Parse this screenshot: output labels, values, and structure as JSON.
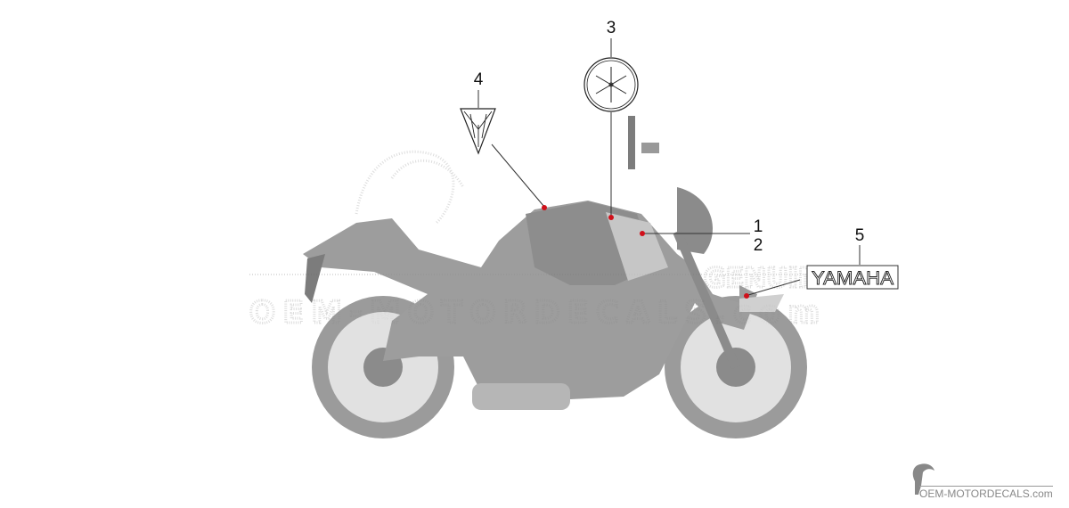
{
  "diagram": {
    "callouts": [
      {
        "number": "1"
      },
      {
        "number": "2"
      },
      {
        "number": "3"
      },
      {
        "number": "4"
      },
      {
        "number": "5"
      }
    ],
    "decal_5_text": "YAMAHA",
    "watermark_top": "GENUINE",
    "watermark_bottom": "OEM-MOTORDECALS.com",
    "marker_color": "#d0101a",
    "body_color": "#8a8a8a"
  },
  "footer": {
    "brand": "OEM-MOTORDECALS.com"
  }
}
